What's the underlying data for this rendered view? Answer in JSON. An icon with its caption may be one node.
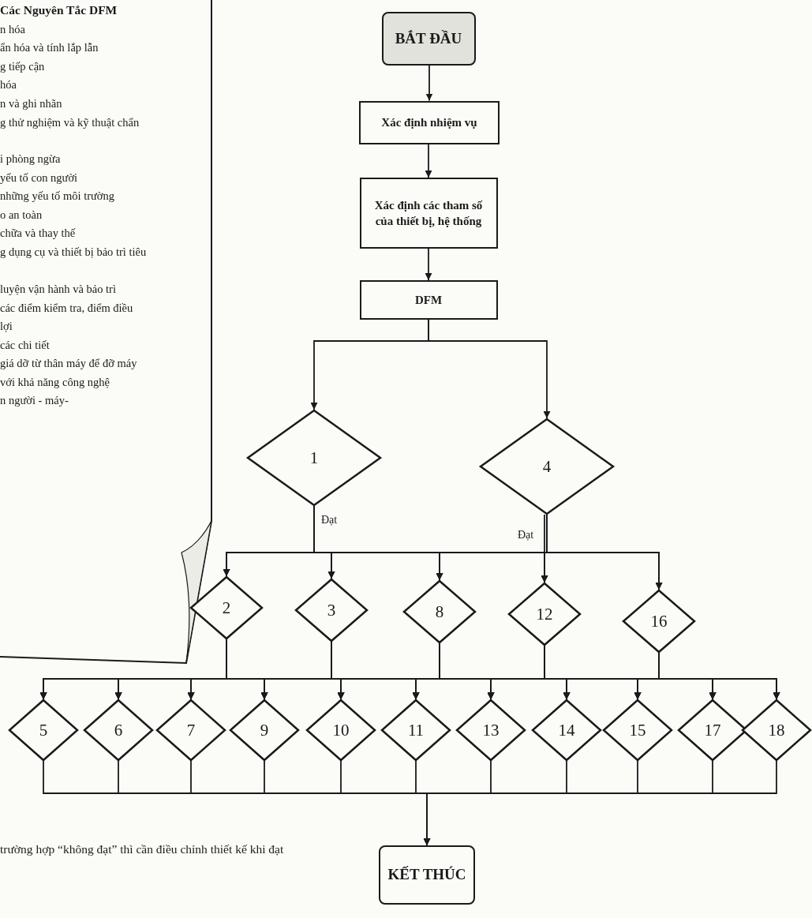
{
  "diagram": {
    "nodes": [
      {
        "text": [
          "Các Nguyên Tắc DFM",
          "n hóa",
          "ẩn hóa và tính lắp lẫn",
          "g tiếp cận",
          "hóa",
          "n và ghi nhãn",
          "g thử nghiệm và kỹ thuật chẩn",
          "i phòng ngừa",
          "yếu tố con người",
          "những yếu tố môi trường",
          "o an toàn",
          "chữa và thay thế",
          "g dụng cụ và thiết bị bảo trì tiêu",
          "luyện vận hành và bảo trì",
          "các điểm kiểm tra, điểm điều lợi",
          "các chi tiết",
          "giá dỡ từ thân máy để đỡ máy",
          "với khả năng công nghệ",
          "n người - máy-"
        ]
      },
      {
        "text": [
          "BẮT ĐẦU"
        ]
      },
      {
        "text": [
          "Xác định nhiệm vụ"
        ]
      },
      {
        "text": [
          "Xác định các tham số của thiết bị, hệ thống"
        ]
      },
      {
        "text": [
          "DFM"
        ]
      },
      {
        "text": [
          "1"
        ]
      },
      {
        "text": [
          "4"
        ]
      },
      {
        "text": [
          "2"
        ]
      },
      {
        "text": [
          "3"
        ]
      },
      {
        "text": [
          "8"
        ]
      },
      {
        "text": [
          "12"
        ]
      },
      {
        "text": [
          "16"
        ]
      },
      {
        "text": [
          "5"
        ]
      },
      {
        "text": [
          "6"
        ]
      },
      {
        "text": [
          "7"
        ]
      },
      {
        "text": [
          "9"
        ]
      },
      {
        "text": [
          "10"
        ]
      },
      {
        "text": [
          "11"
        ]
      },
      {
        "text": [
          "13"
        ]
      },
      {
        "text": [
          "14"
        ]
      },
      {
        "text": [
          "15"
        ]
      },
      {
        "text": [
          "17"
        ]
      },
      {
        "text": [
          "18"
        ]
      },
      {
        "text": [
          "KẾT THÚC"
        ]
      }
    ],
    "edges": [
      {
        "from": 1,
        "to": 2,
        "arrow": "to"
      },
      {
        "from": 2,
        "to": 3,
        "arrow": "to"
      },
      {
        "from": 3,
        "to": 4,
        "arrow": "to"
      },
      {
        "from": 4,
        "to": 5,
        "arrow": "to"
      },
      {
        "from": 4,
        "to": 6,
        "arrow": "to"
      },
      {
        "from": 5,
        "to": 7,
        "arrow": "to",
        "label": "Đạt"
      },
      {
        "from": 5,
        "to": 8,
        "arrow": "to"
      },
      {
        "from": 5,
        "to": 9,
        "arrow": "to"
      },
      {
        "from": 5,
        "to": 10,
        "arrow": "to"
      },
      {
        "from": 5,
        "to": 11,
        "arrow": "to"
      },
      {
        "from": 6,
        "to": 7,
        "arrow": "to"
      },
      {
        "from": 6,
        "to": 8,
        "arrow": "to"
      },
      {
        "from": 6,
        "to": 9,
        "arrow": "to"
      },
      {
        "from": 6,
        "to": 10,
        "arrow": "to",
        "label": "Đạt"
      },
      {
        "from": 6,
        "to": 11,
        "arrow": "to"
      },
      {
        "from": 7,
        "to": 12,
        "arrow": "to"
      },
      {
        "from": 7,
        "to": 13,
        "arrow": "to"
      },
      {
        "from": 7,
        "to": 14,
        "arrow": "to"
      },
      {
        "from": 7,
        "to": 15,
        "arrow": "to"
      },
      {
        "from": 7,
        "to": 16,
        "arrow": "to"
      },
      {
        "from": 7,
        "to": 17,
        "arrow": "to"
      },
      {
        "from": 7,
        "to": 18,
        "arrow": "to"
      },
      {
        "from": 7,
        "to": 19,
        "arrow": "to"
      },
      {
        "from": 7,
        "to": 20,
        "arrow": "to"
      },
      {
        "from": 7,
        "to": 21,
        "arrow": "to"
      },
      {
        "from": 7,
        "to": 22,
        "arrow": "to"
      },
      {
        "from": 8,
        "to": 12,
        "arrow": "to"
      },
      {
        "from": 8,
        "to": 13,
        "arrow": "to"
      },
      {
        "from": 8,
        "to": 14,
        "arrow": "to"
      },
      {
        "from": 8,
        "to": 15,
        "arrow": "to"
      },
      {
        "from": 8,
        "to": 16,
        "arrow": "to"
      },
      {
        "from": 8,
        "to": 17,
        "arrow": "to"
      },
      {
        "from": 8,
        "to": 18,
        "arrow": "to"
      },
      {
        "from": 8,
        "to": 19,
        "arrow": "to"
      },
      {
        "from": 8,
        "to": 20,
        "arrow": "to"
      },
      {
        "from": 8,
        "to": 21,
        "arrow": "to"
      },
      {
        "from": 8,
        "to": 22,
        "arrow": "to"
      },
      {
        "from": 9,
        "to": 12,
        "arrow": "to"
      },
      {
        "from": 9,
        "to": 13,
        "arrow": "to"
      },
      {
        "from": 9,
        "to": 14,
        "arrow": "to"
      },
      {
        "from": 9,
        "to": 15,
        "arrow": "to"
      },
      {
        "from": 9,
        "to": 16,
        "arrow": "to"
      },
      {
        "from": 9,
        "to": 17,
        "arrow": "to"
      },
      {
        "from": 9,
        "to": 18,
        "arrow": "to"
      },
      {
        "from": 9,
        "to": 19,
        "arrow": "to"
      },
      {
        "from": 9,
        "to": 20,
        "arrow": "to"
      },
      {
        "from": 9,
        "to": 21,
        "arrow": "to"
      },
      {
        "from": 9,
        "to": 22,
        "arrow": "to"
      },
      {
        "from": 10,
        "to": 12,
        "arrow": "to"
      },
      {
        "from": 10,
        "to": 13,
        "arrow": "to"
      },
      {
        "from": 10,
        "to": 14,
        "arrow": "to"
      },
      {
        "from": 10,
        "to": 15,
        "arrow": "to"
      },
      {
        "from": 10,
        "to": 16,
        "arrow": "to"
      },
      {
        "from": 10,
        "to": 17,
        "arrow": "to"
      },
      {
        "from": 10,
        "to": 18,
        "arrow": "to"
      },
      {
        "from": 10,
        "to": 19,
        "arrow": "to"
      },
      {
        "from": 10,
        "to": 20,
        "arrow": "to"
      },
      {
        "from": 10,
        "to": 21,
        "arrow": "to"
      },
      {
        "from": 10,
        "to": 22,
        "arrow": "to"
      },
      {
        "from": 11,
        "to": 12,
        "arrow": "to"
      },
      {
        "from": 11,
        "to": 13,
        "arrow": "to"
      },
      {
        "from": 11,
        "to": 14,
        "arrow": "to"
      },
      {
        "from": 11,
        "to": 15,
        "arrow": "to"
      },
      {
        "from": 11,
        "to": 16,
        "arrow": "to"
      },
      {
        "from": 11,
        "to": 17,
        "arrow": "to"
      },
      {
        "from": 11,
        "to": 18,
        "arrow": "to"
      },
      {
        "from": 11,
        "to": 19,
        "arrow": "to"
      },
      {
        "from": 11,
        "to": 20,
        "arrow": "to"
      },
      {
        "from": 11,
        "to": 21,
        "arrow": "to"
      },
      {
        "from": 11,
        "to": 22,
        "arrow": "to"
      },
      {
        "from": 12,
        "to": 23,
        "arrow": "to"
      },
      {
        "from": 13,
        "to": 23,
        "arrow": "to"
      },
      {
        "from": 14,
        "to": 23,
        "arrow": "to"
      },
      {
        "from": 15,
        "to": 23,
        "arrow": "to"
      },
      {
        "from": 16,
        "to": 23,
        "arrow": "to"
      },
      {
        "from": 17,
        "to": 23,
        "arrow": "to"
      },
      {
        "from": 18,
        "to": 23,
        "arrow": "to"
      },
      {
        "from": 19,
        "to": 23,
        "arrow": "to"
      },
      {
        "from": 20,
        "to": 23,
        "arrow": "to"
      },
      {
        "from": 21,
        "to": 23,
        "arrow": "to"
      },
      {
        "from": 22,
        "to": 23,
        "arrow": "to"
      }
    ],
    "labels": [
      "trường hợp “không đạt” thì cần điều chỉnh thiết kế khi đạt"
    ]
  }
}
